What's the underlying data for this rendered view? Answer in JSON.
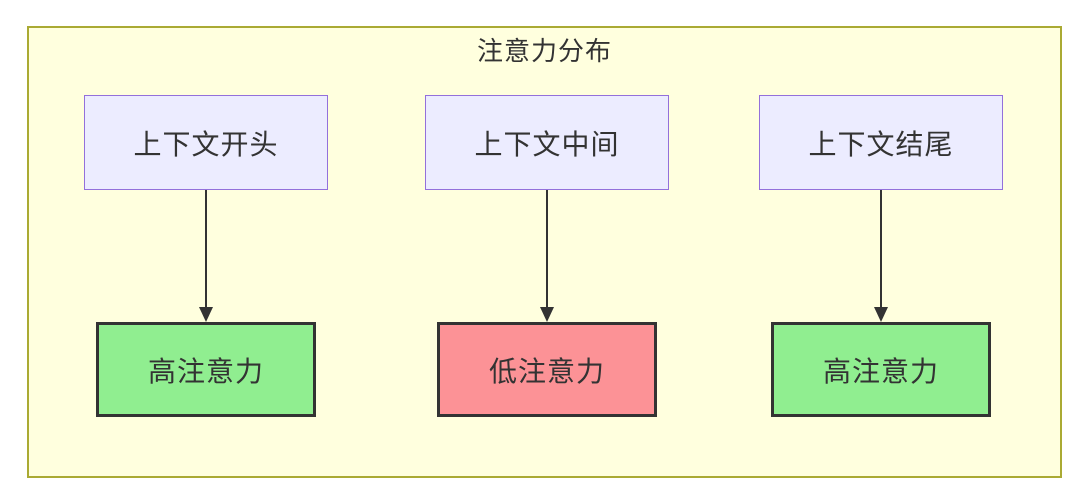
{
  "diagram": {
    "title": "注意力分布",
    "columns": [
      {
        "source": "上下文开头",
        "target": "高注意力",
        "level": "high"
      },
      {
        "source": "上下文中间",
        "target": "低注意力",
        "level": "low"
      },
      {
        "source": "上下文结尾",
        "target": "高注意力",
        "level": "high"
      }
    ],
    "colors": {
      "container_fill": "#FFFFDE",
      "container_border": "#AAAA33",
      "source_fill": "#ECECFF",
      "source_border": "#9370DB",
      "high_fill": "#90EE90",
      "low_fill": "#FC9296",
      "node_border": "#333333",
      "text": "#333333",
      "arrow": "#333333"
    }
  }
}
